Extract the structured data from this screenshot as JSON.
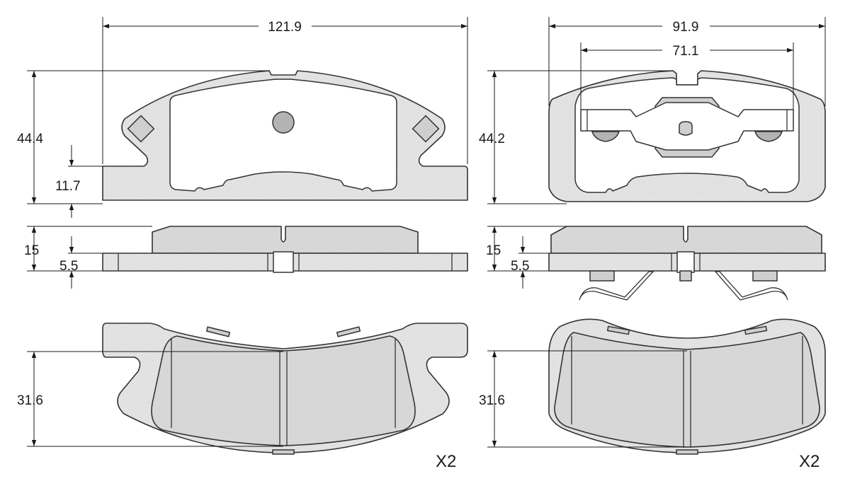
{
  "left_pad": {
    "width_label": "121.9",
    "height_label": "44.4",
    "ear_label": "11.7",
    "thickness_label": "15",
    "plate_label": "5.5",
    "friction_height_label": "31.6",
    "quantity_label": "X2"
  },
  "right_pad": {
    "width_label": "91.9",
    "spring_width_label": "71.1",
    "height_label": "44.2",
    "thickness_label": "15",
    "plate_label": "5.5",
    "friction_height_label": "31.6",
    "quantity_label": "X2"
  },
  "colors": {
    "outline": "#333333",
    "friction_fill": "#d7d7d7",
    "plate_fill": "#e6e6e6"
  }
}
